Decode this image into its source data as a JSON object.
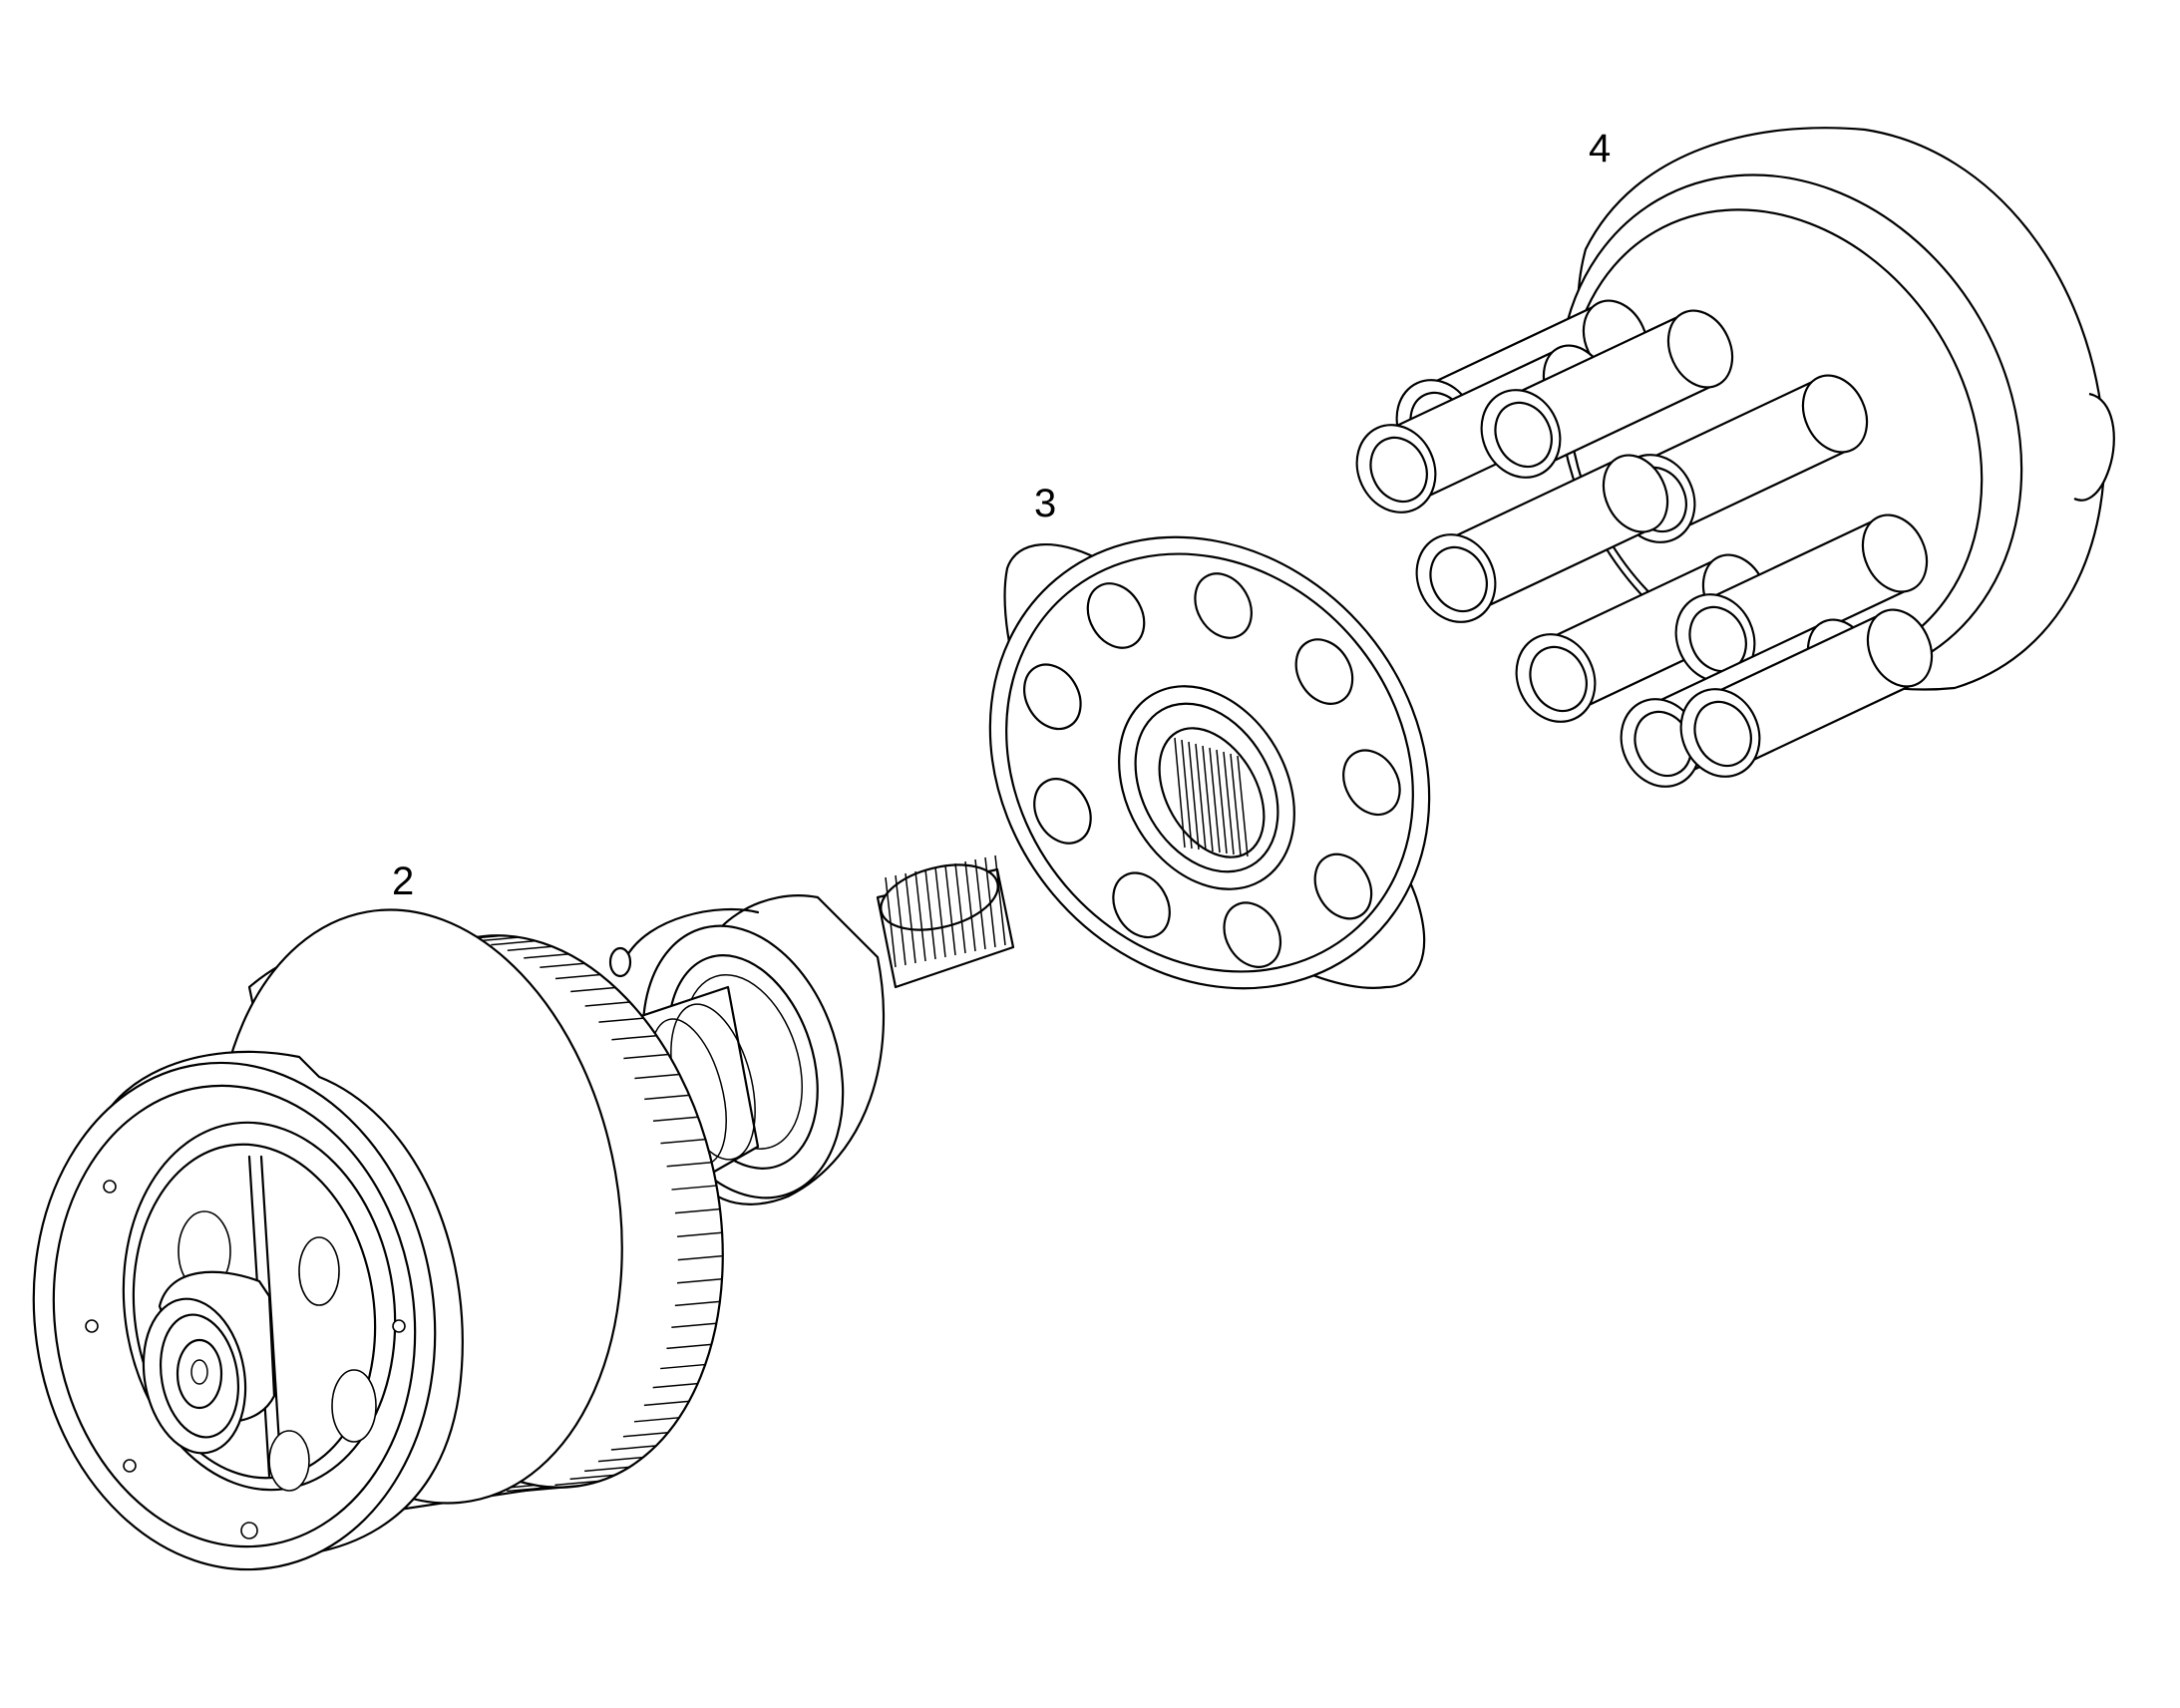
{
  "diagram": {
    "callouts": [
      {
        "id": "part-2",
        "label": "2"
      },
      {
        "id": "part-3",
        "label": "3"
      },
      {
        "id": "part-4",
        "label": "4"
      }
    ]
  }
}
